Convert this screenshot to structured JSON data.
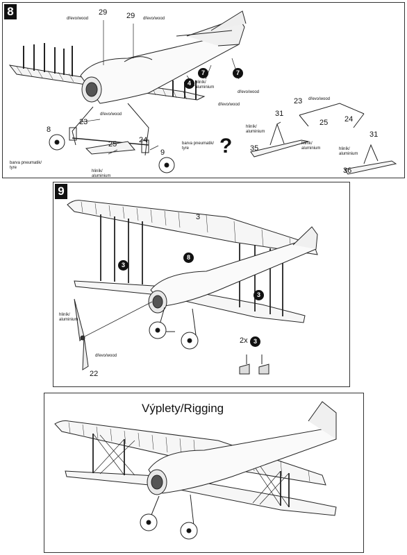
{
  "step8": {
    "number": "8",
    "parts": {
      "p29a": "29",
      "p29b": "29",
      "p7a": "7",
      "p7b": "7",
      "p4": "4",
      "p8": "8",
      "p23a": "23",
      "p25a": "25",
      "p24a": "24",
      "p9": "9",
      "p23b": "23",
      "p24b": "24",
      "p25b": "25",
      "p31a": "31",
      "p31b": "31",
      "p35": "35",
      "p36": "36"
    },
    "labels": {
      "wood1": "dřevo/wood",
      "wood2": "dřevo/wood",
      "wood3": "dřevo/wood",
      "wood4": "dřevo/wood",
      "wood5": "dřevo/wood",
      "wood6": "dřevo/wood",
      "alu1": "hliník/",
      "alu1b": "aluminium",
      "tyre1": "barva pneumatik/",
      "tyre1b": "tyre",
      "tyre2": "barva pneumatik/",
      "tyre2b": "tyre",
      "alu2": "hliník/",
      "alu2b": "aluminium",
      "alu3": "hliník/",
      "alu3b": "aluminium",
      "alu4": "hliník/",
      "alu4b": "aluminium",
      "alu5": "hliník/",
      "alu5b": "aluminium"
    },
    "question": "?"
  },
  "step9": {
    "number": "9",
    "parts": {
      "p3": "3",
      "p8": "8",
      "p3a": "3",
      "p3b": "3",
      "p22": "22",
      "p2x": "2x",
      "p3c": "3"
    },
    "labels": {
      "alu": "hliník/",
      "alub": "aluminium",
      "wood": "dřevo/wood"
    }
  },
  "rigging": {
    "title": "Výplety/Rigging"
  }
}
